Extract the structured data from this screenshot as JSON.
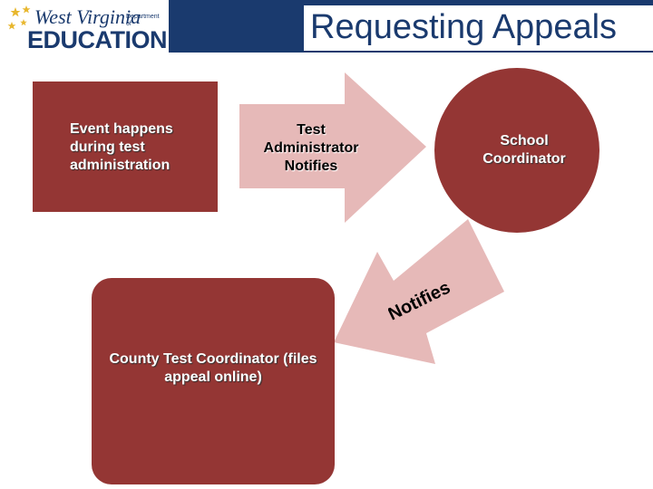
{
  "header": {
    "title": "Requesting Appeals",
    "logo": {
      "line1": "West Virginia",
      "line2": "Department of",
      "line3": "EDUCATION"
    }
  },
  "diagram": {
    "event_box": {
      "label": "Event happens during test administration"
    },
    "arrow_ta": {
      "label": "Test Administrator Notifies"
    },
    "school_circle": {
      "label": "School Coordinator"
    },
    "arrow_notifies": {
      "label": "Notifies"
    },
    "county_box": {
      "label": "County Test Coordinator (files appeal online)"
    }
  },
  "colors": {
    "brand_navy": "#1a3a6e",
    "box_red": "#943634",
    "arrow_pink": "#e6b9b8",
    "star_gold": "#e8b72e"
  }
}
